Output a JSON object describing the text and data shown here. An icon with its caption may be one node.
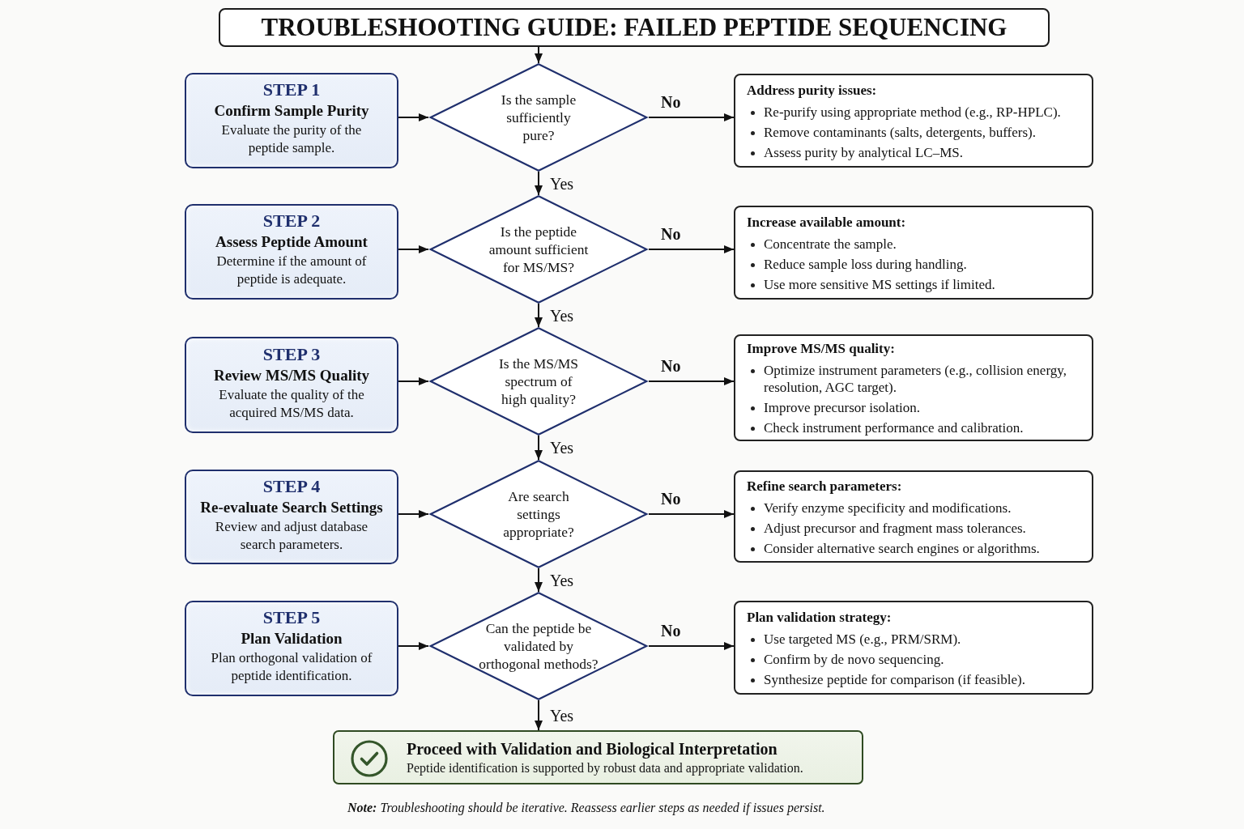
{
  "diagram": {
    "nodes": [
      {
        "text": [
          "TROUBLESHOOTING GUIDE: FAILED PEPTIDE SEQUENCING"
        ]
      },
      {
        "text": [
          "STEP 1",
          "Confirm Sample Purity",
          "Evaluate the purity of the peptide sample."
        ]
      },
      {
        "text": [
          "Is the sample sufficiently pure?"
        ]
      },
      {
        "text": [
          "Address purity issues:",
          "Re-purify using appropriate method (e.g., RP-HPLC).",
          "Remove contaminants (salts, detergents, buffers).",
          "Assess purity by analytical LC–MS."
        ]
      },
      {
        "text": [
          "STEP 2",
          "Assess Peptide Amount",
          "Determine if the amount of peptide is adequate."
        ]
      },
      {
        "text": [
          "Is the peptide amount sufficient for MS/MS?"
        ]
      },
      {
        "text": [
          "Increase available amount:",
          "Concentrate the sample.",
          "Reduce sample loss during handling.",
          "Use more sensitive MS settings if limited."
        ]
      },
      {
        "text": [
          "STEP 3",
          "Review MS/MS Quality",
          "Evaluate the quality of the acquired MS/MS data."
        ]
      },
      {
        "text": [
          "Is the MS/MS spectrum of high quality?"
        ]
      },
      {
        "text": [
          "Improve MS/MS quality:",
          "Optimize instrument parameters (e.g., collision energy, resolution, AGC target).",
          "Improve precursor isolation.",
          "Check instrument performance and calibration."
        ]
      },
      {
        "text": [
          "STEP 4",
          "Re-evaluate Search Settings",
          "Review and adjust database search parameters."
        ]
      },
      {
        "text": [
          "Are search settings appropriate?"
        ]
      },
      {
        "text": [
          "Refine search parameters:",
          "Verify enzyme specificity and modifications.",
          "Adjust precursor and fragment mass tolerances.",
          "Consider alternative search engines or algorithms."
        ]
      },
      {
        "text": [
          "STEP 5",
          "Plan Validation",
          "Plan orthogonal validation of peptide identification."
        ]
      },
      {
        "text": [
          "Can the peptide be validated by orthogonal methods?"
        ]
      },
      {
        "text": [
          "Plan validation strategy:",
          "Use targeted MS (e.g., PRM/SRM).",
          "Confirm by de novo sequencing.",
          "Synthesize peptide for comparison (if feasible)."
        ]
      },
      {
        "text": [
          "Proceed with Validation and Biological Interpretation",
          "Peptide identification is supported by robust data and appropriate validation."
        ]
      }
    ],
    "edges": [
      {
        "from": 0,
        "to": 2,
        "arrow": "to"
      },
      {
        "from": 1,
        "to": 2,
        "arrow": "to"
      },
      {
        "from": 2,
        "to": 3,
        "arrow": "to",
        "label": "No"
      },
      {
        "from": 2,
        "to": 5,
        "arrow": "to",
        "label": "Yes"
      },
      {
        "from": 4,
        "to": 5,
        "arrow": "to"
      },
      {
        "from": 5,
        "to": 6,
        "arrow": "to",
        "label": "No"
      },
      {
        "from": 5,
        "to": 8,
        "arrow": "to",
        "label": "Yes"
      },
      {
        "from": 7,
        "to": 8,
        "arrow": "to"
      },
      {
        "from": 8,
        "to": 9,
        "arrow": "to",
        "label": "No"
      },
      {
        "from": 8,
        "to": 11,
        "arrow": "to",
        "label": "Yes"
      },
      {
        "from": 10,
        "to": 11,
        "arrow": "to"
      },
      {
        "from": 11,
        "to": 12,
        "arrow": "to",
        "label": "No"
      },
      {
        "from": 11,
        "to": 14,
        "arrow": "to",
        "label": "Yes"
      },
      {
        "from": 13,
        "to": 14,
        "arrow": "to"
      },
      {
        "from": 14,
        "to": 15,
        "arrow": "to",
        "label": "No"
      },
      {
        "from": 14,
        "to": 16,
        "arrow": "to",
        "label": "Yes"
      }
    ],
    "labels": [
      "**Note:** Troubleshooting should be iterative. Reassess earlier steps as needed if issues persist."
    ]
  }
}
